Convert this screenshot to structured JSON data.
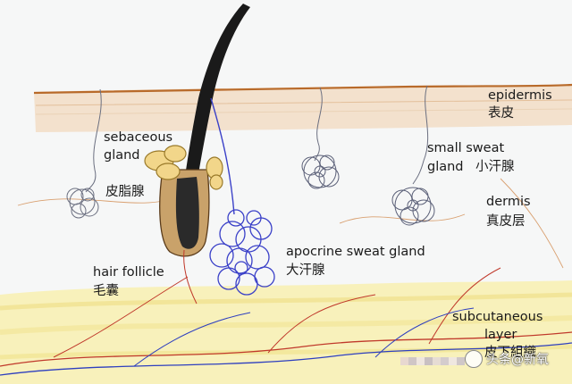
{
  "labels": {
    "epidermis_en": "epidermis",
    "epidermis_zh": "表皮",
    "sebaceous_en_1": "sebaceous",
    "sebaceous_en_2": "gland",
    "sebaceous_zh": "皮脂腺",
    "small_sweat_en_1": "small sweat",
    "small_sweat_en_2": "gland",
    "small_sweat_zh": "小汗腺",
    "dermis_en": "dermis",
    "dermis_zh": "真皮层",
    "apocrine_en": "apocrine sweat gland",
    "apocrine_zh": "大汗腺",
    "hair_follicle_en": "hair follicle",
    "hair_follicle_zh": "毛囊",
    "subcutaneous_en_1": "subcutaneous",
    "subcutaneous_en_2": "layer",
    "subcutaneous_zh": "皮下組織"
  },
  "watermark": {
    "text": "头条@新氧"
  },
  "colors": {
    "epidermis": "#f2dcc4",
    "epidermis_edge": "#b5651d",
    "dermis": "#f4f5f6",
    "subcutaneous": "#f6efb0",
    "hair": "#1a1a1a",
    "sebaceous": "#f1d58a",
    "apocrine": "#3a40c8",
    "eccrine": "#6b6f80",
    "vessel_red": "#c0392b",
    "vessel_blue": "#2e3fbf"
  }
}
